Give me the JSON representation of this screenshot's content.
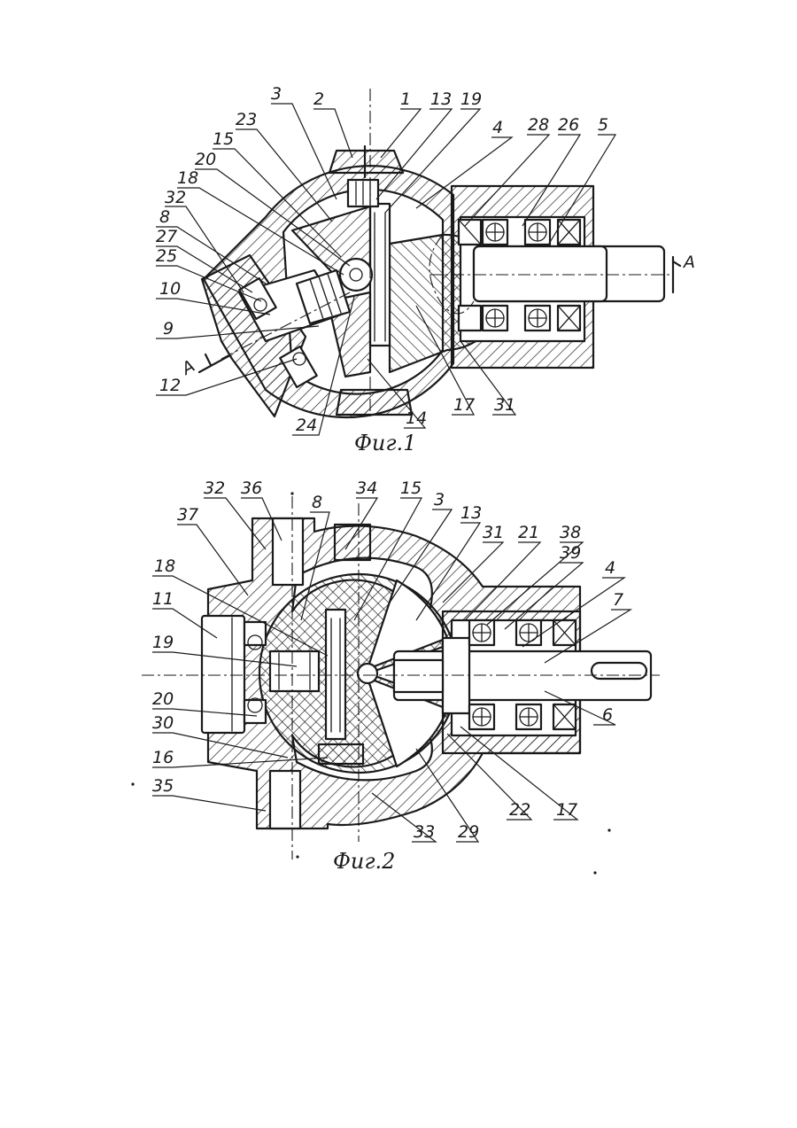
{
  "figure1": {
    "caption": "Фиг.1",
    "section_marker": "A",
    "labels": [
      "3",
      "2",
      "1",
      "13",
      "19",
      "4",
      "28",
      "26",
      "5",
      "23",
      "15",
      "20",
      "18",
      "32",
      "8",
      "27",
      "25",
      "10",
      "9",
      "12",
      "24",
      "14",
      "17",
      "31"
    ]
  },
  "figure2": {
    "caption": "Фиг.2",
    "labels": [
      "32",
      "36",
      "8",
      "34",
      "15",
      "3",
      "37",
      "13",
      "31",
      "21",
      "38",
      "39",
      "4",
      "18",
      "7",
      "11",
      "19",
      "20",
      "6",
      "30",
      "16",
      "35",
      "22",
      "17",
      "33",
      "29"
    ]
  },
  "icons": [
    "ball-bearing-icon",
    "shaft-key-icon",
    "section-arrow-icon"
  ]
}
